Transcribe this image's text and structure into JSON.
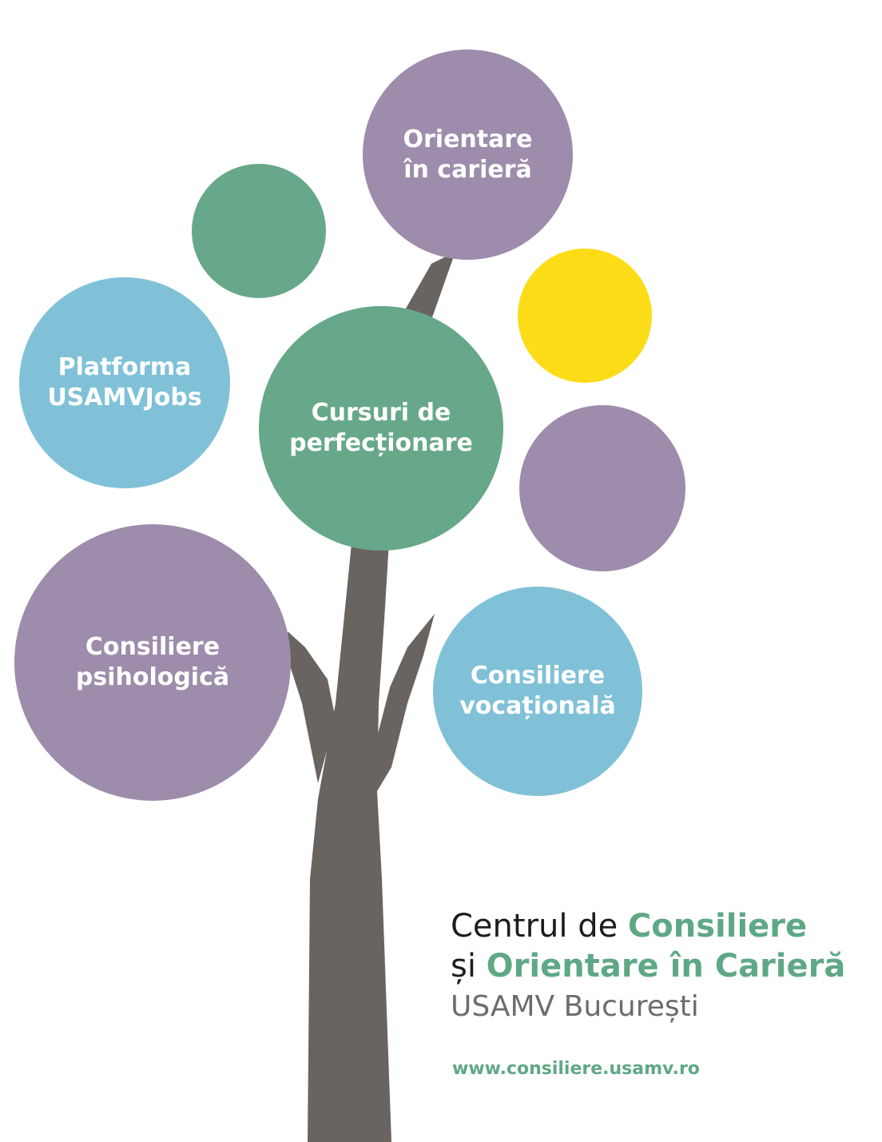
{
  "colors": {
    "trunk": "#696460",
    "purple": "#9d8cab",
    "green": "#66a889",
    "blue": "#80c1d8",
    "yellow": "#fcdc17",
    "heading_dark": "#1d1d1b",
    "heading_accent": "#5fa886",
    "heading_muted": "#6f6b69"
  },
  "circles": {
    "orientare": {
      "line1": "Orientare",
      "line2": "în carieră"
    },
    "platforma": {
      "line1": "Platforma",
      "line2": "USAMVJobs"
    },
    "cursuri": {
      "line1": "Cursuri de",
      "line2": "perfecționare"
    },
    "psihologica": {
      "line1": "Consiliere",
      "line2": "psihologică"
    },
    "vocationala": {
      "line1": "Consiliere",
      "line2": "vocațională"
    }
  },
  "heading": {
    "part1": "Centrul de ",
    "part1_accent": "Consiliere",
    "part2": "și ",
    "part2_accent": "Orientare în Carieră",
    "subtitle": "USAMV București"
  },
  "website": "www.consiliere.usamv.ro"
}
